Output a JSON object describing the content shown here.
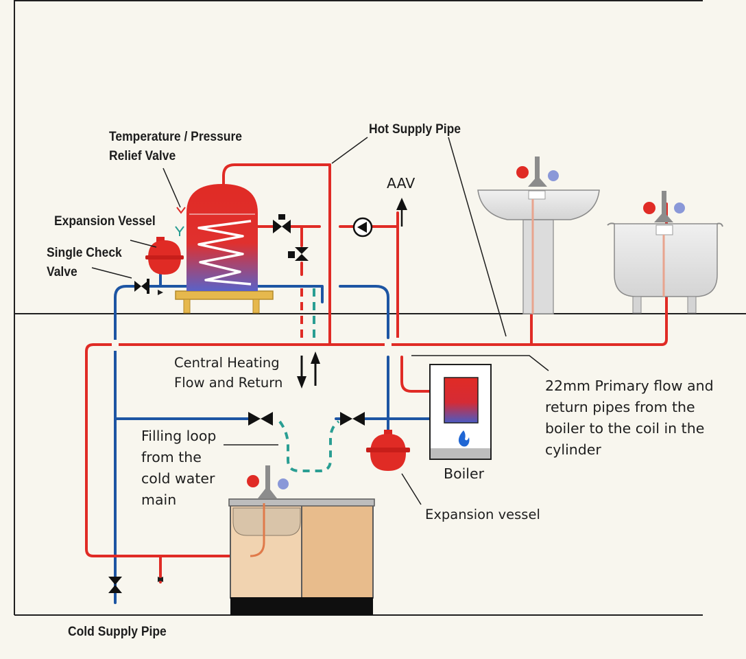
{
  "labels": {
    "tp_relief": "Temperature / Pressure\nRelief Valve",
    "hot_supply": "Hot Supply Pipe",
    "aav": "AAV",
    "expansion_vessel_top": "Expansion Vessel",
    "single_check": "Single Check\nValve",
    "central_heating": "Central Heating\nFlow and Return",
    "filling_loop": "Filling loop\nfrom the\ncold water\nmain",
    "primary_pipes": "22mm Primary flow and\nreturn pipes from the\nboiler to the coil in the\ncylinder",
    "boiler": "Boiler",
    "expansion_vessel_bottom": "Expansion vessel",
    "cold_supply": "Cold Supply Pipe"
  },
  "colors": {
    "hot": "#e02b25",
    "cold": "#1d55a3",
    "loop": "#2a9e93",
    "ink": "#1d1d1d",
    "background": "#f8f6ee",
    "cabinet": "#e8bc8c",
    "fixture": "#e6e6e6"
  },
  "icons": [
    "gate-valve-icon",
    "pump-icon",
    "flame-icon",
    "tap-icon",
    "arrow-up-icon",
    "arrow-down-icon"
  ]
}
